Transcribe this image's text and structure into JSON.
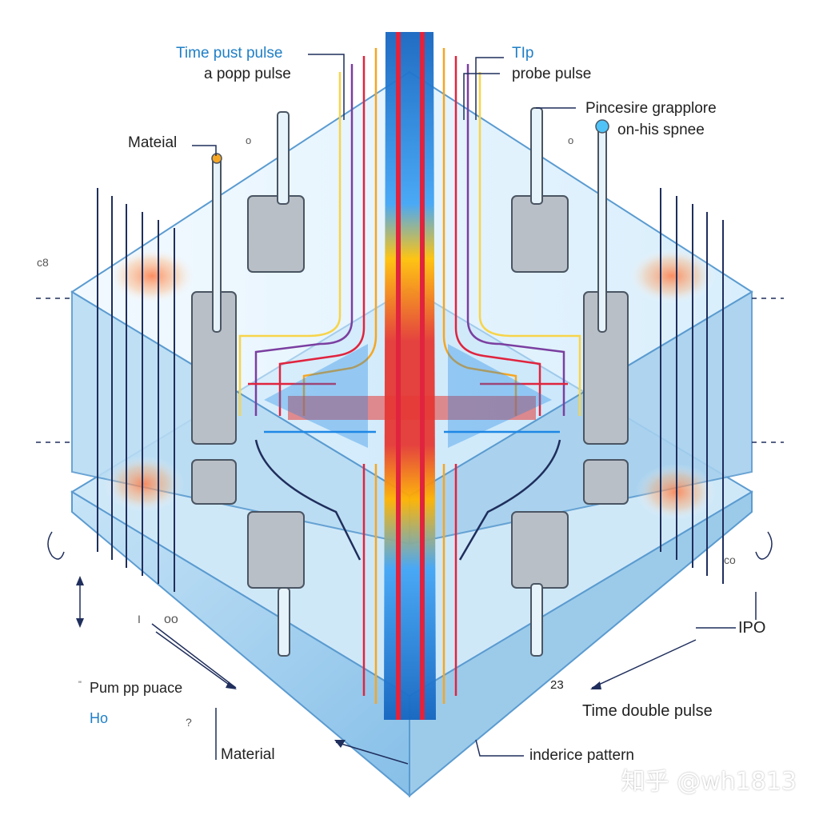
{
  "labels": {
    "top_left_1": "Time pust pulse",
    "top_left_2": "a popp pulse",
    "top_right_1": "TIp",
    "top_right_2": "probe pulse",
    "right_1": "Pincesire grapplore",
    "right_2": "on-his spnee",
    "left_material": "Mateial",
    "small_o_left": "o",
    "small_o_right": "o",
    "left_68": "c8",
    "right_co": "co",
    "right_ipo": "IPO",
    "bottom_left_pump": "Pum pp puace",
    "bottom_left_ho": "Ho",
    "bottom_left_q": "?",
    "bottom_left_1": "I",
    "bottom_left_oo": "oo",
    "bottom_left_w": "\"",
    "material": "Material",
    "num_23": "23",
    "time_double": "Time double pulse",
    "inderice": "inderice pattern"
  },
  "watermark": "知乎 @wh1813",
  "colors": {
    "slab": "#a9d2ef",
    "slab_edge": "#6aa9d8",
    "beam_blue": "#1e88e5",
    "beam_red": "#e0243e",
    "beam_orange": "#f5a623",
    "beam_yellow": "#f7d44a",
    "line_navy": "#1f2e5c",
    "accent_text": "#1f7fc6"
  }
}
